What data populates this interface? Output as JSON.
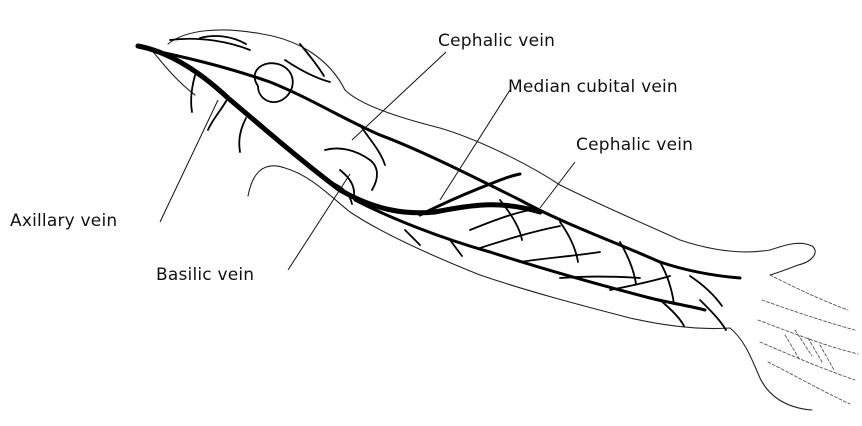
{
  "labels": {
    "cephalic_upper": "Cephalic vein",
    "median_cubital": "Median cubital vein",
    "cephalic_lower": "Cephalic vein",
    "axillary": "Axillary vein",
    "basilic": "Basilic vein"
  }
}
